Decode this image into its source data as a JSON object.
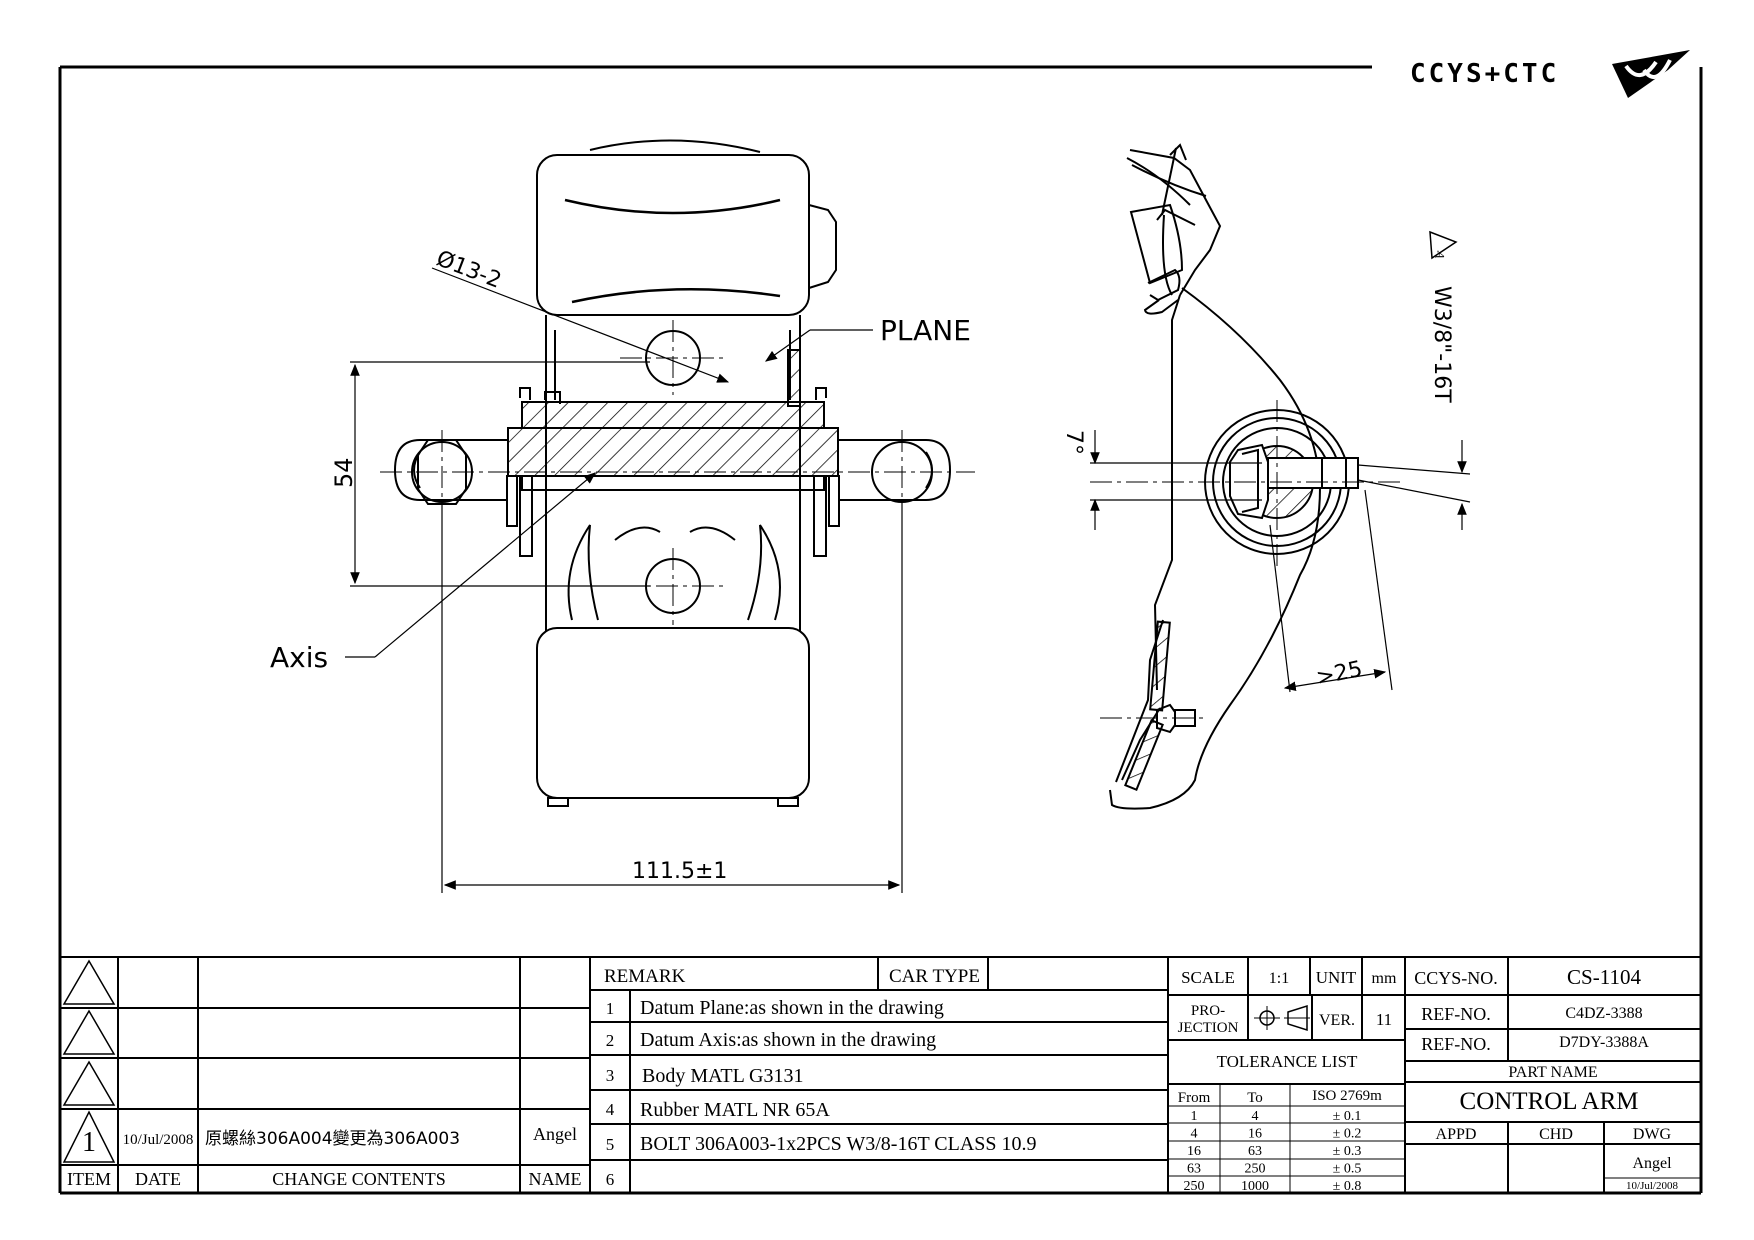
{
  "brand": {
    "logo_text": "CCYS+CTC"
  },
  "drawing": {
    "front_view": {
      "hole_callout": "Ø13-2",
      "plane_label": "PLANE",
      "axis_label": "Axis",
      "dim_vertical": "54",
      "dim_horizontal": "111.5±1"
    },
    "side_view": {
      "datum_symbol": "A",
      "thread_callout": "W3/8\"-16T",
      "angle_callout": "7°",
      "min_length": ">25"
    }
  },
  "revision_block": {
    "headers": {
      "item": "ITEM",
      "date": "DATE",
      "change": "CHANGE CONTENTS",
      "name": "NAME"
    },
    "rows": [
      {
        "item": "",
        "date": "",
        "change": "",
        "name": ""
      },
      {
        "item": "",
        "date": "",
        "change": "",
        "name": ""
      },
      {
        "item": "",
        "date": "",
        "change": "",
        "name": ""
      },
      {
        "item": "1",
        "date": "10/Jul/2008",
        "change": "原螺絲306A004變更為306A003",
        "name": "Angel"
      }
    ]
  },
  "remarks": {
    "header": "REMARK",
    "car_type_label": "CAR TYPE",
    "car_type_value": "",
    "items": [
      {
        "no": "1",
        "text": "Datum Plane:as shown in the drawing"
      },
      {
        "no": "2",
        "text": "Datum Axis:as shown in the drawing"
      },
      {
        "no": "3",
        "text": "Body MATL G3131"
      },
      {
        "no": "4",
        "text": "Rubber MATL NR 65A"
      },
      {
        "no": "5",
        "text": "BOLT 306A003-1x2PCS W3/8-16T  CLASS 10.9"
      },
      {
        "no": "6",
        "text": ""
      }
    ]
  },
  "spec_block": {
    "scale_label": "SCALE",
    "scale_value": "1:1",
    "unit_label": "UNIT",
    "unit_value": "mm",
    "projection_label_1": "PRO-",
    "projection_label_2": "JECTION",
    "ver_label": "VER.",
    "ver_value": "11",
    "tolerance_title": "TOLERANCE LIST",
    "tolerance_headers": [
      "From",
      "To",
      "ISO 2769m"
    ],
    "tolerance_rows": [
      [
        "1",
        "4",
        "± 0.1"
      ],
      [
        "4",
        "16",
        "± 0.2"
      ],
      [
        "16",
        "63",
        "± 0.3"
      ],
      [
        "63",
        "250",
        "± 0.5"
      ],
      [
        "250",
        "1000",
        "± 0.8"
      ]
    ]
  },
  "title_block": {
    "ccys_no_label": "CCYS-NO.",
    "ccys_no_value": "CS-1104",
    "ref_no_label_1": "REF-NO.",
    "ref_no_value_1": "C4DZ-3388",
    "ref_no_label_2": "REF-NO.",
    "ref_no_value_2": "D7DY-3388A",
    "part_name_label": "PART NAME",
    "part_name_value": "CONTROL ARM",
    "appd_label": "APPD",
    "chd_label": "CHD",
    "dwg_label": "DWG",
    "appd_value": "",
    "chd_value": "",
    "dwg_value": "Angel",
    "dwg_date": "10/Jul/2008"
  }
}
